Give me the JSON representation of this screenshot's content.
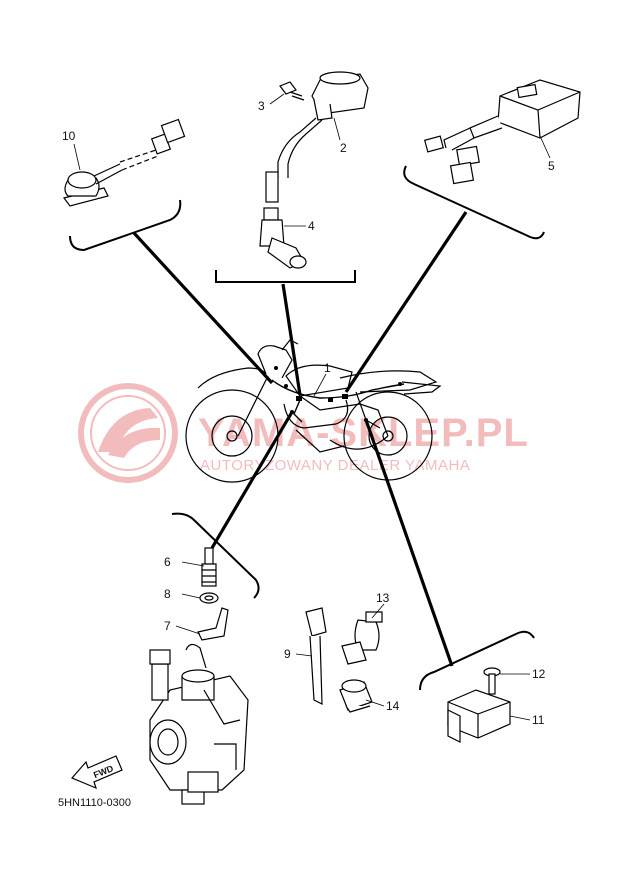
{
  "diagram": {
    "watermark": {
      "site": "YAMA-SKLEP.PL",
      "tagline": "AUTORYZOWANY DEALER YAMAHA"
    },
    "direction_label": "FWD",
    "drawing_code": "5HN1110-0300",
    "callouts": {
      "c1": "1",
      "c2": "2",
      "c3": "3",
      "c4": "4",
      "c5": "5",
      "c6": "6",
      "c7": "7",
      "c8": "8",
      "c9": "9",
      "c10": "10",
      "c11": "11",
      "c12": "12",
      "c13": "13",
      "c14": "14"
    }
  }
}
